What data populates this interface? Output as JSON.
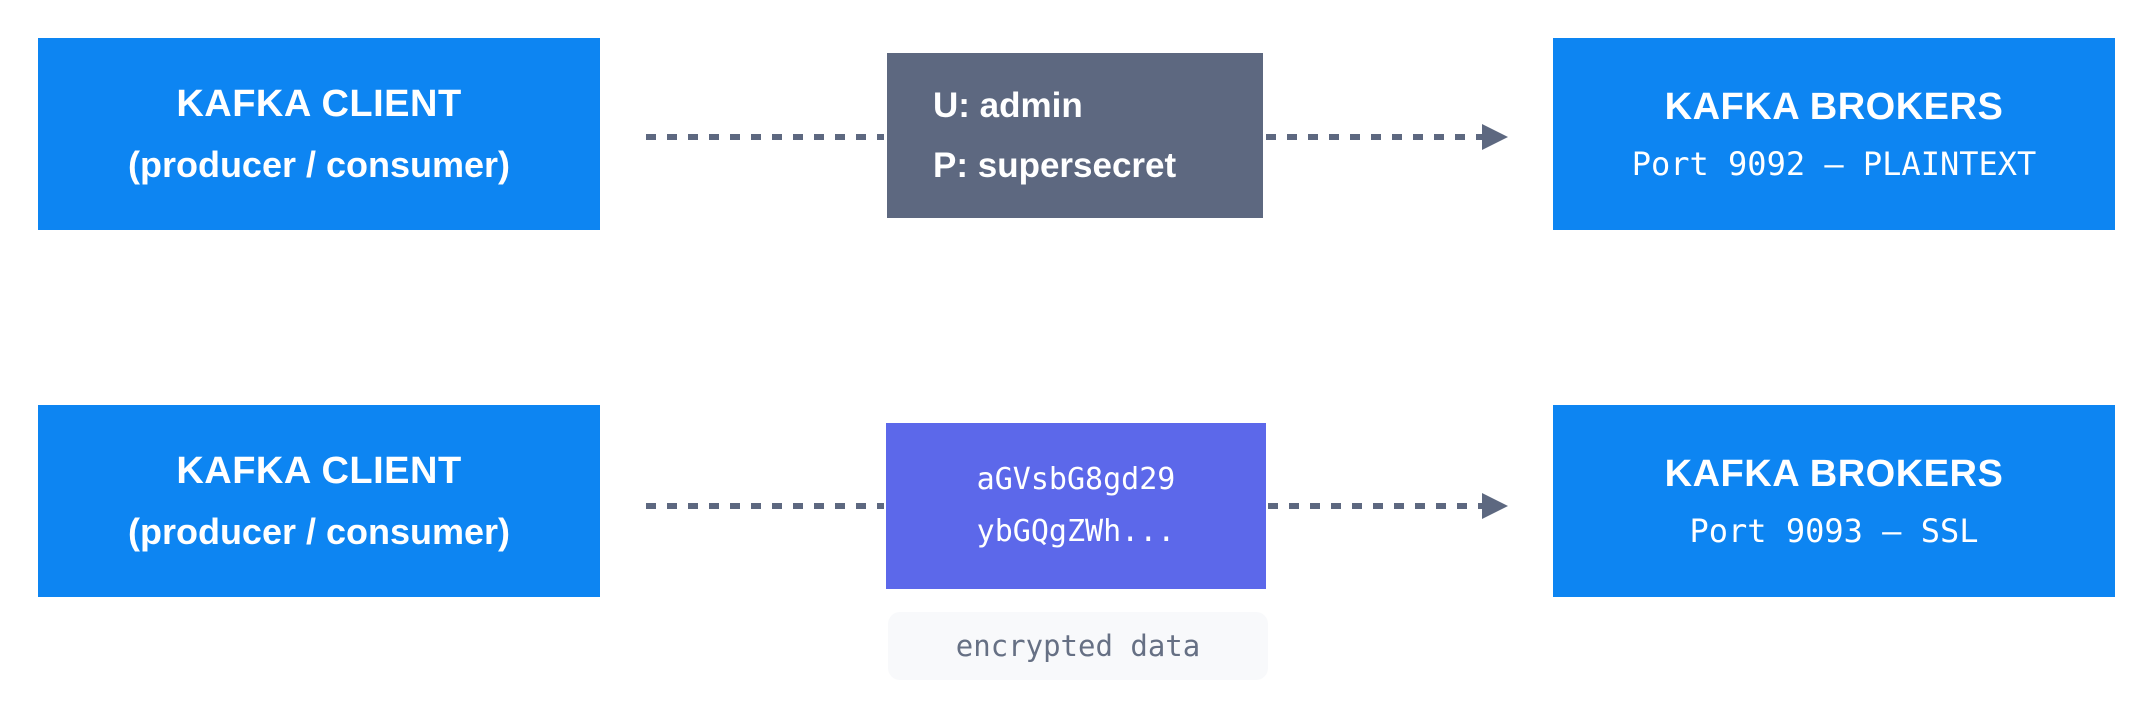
{
  "colors": {
    "client_box": "#0d85f2",
    "credentials_box": "#5d6880",
    "encrypted_box": "#5c68ea",
    "arrow": "#5d6880",
    "caption_bg": "#f8f9fb",
    "caption_text": "#667084"
  },
  "flows": [
    {
      "name": "plaintext",
      "client": {
        "title": "KAFKA CLIENT",
        "subtitle": "(producer / consumer)"
      },
      "payload": {
        "line1": "U: admin",
        "line2": "P: supersecret"
      },
      "broker": {
        "title": "KAFKA BROKERS",
        "subtitle": "Port 9092 – PLAINTEXT"
      }
    },
    {
      "name": "ssl",
      "client": {
        "title": "KAFKA CLIENT",
        "subtitle": "(producer / consumer)"
      },
      "payload": {
        "line1": "aGVsbG8gd29",
        "line2": "ybGQgZWh..."
      },
      "caption": "encrypted data",
      "broker": {
        "title": "KAFKA BROKERS",
        "subtitle": "Port 9093 – SSL"
      }
    }
  ]
}
